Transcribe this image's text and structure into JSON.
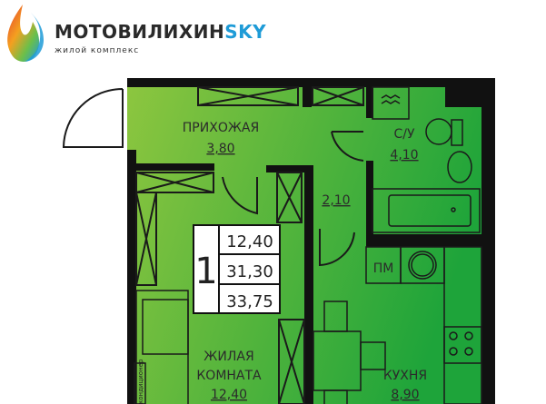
{
  "logo": {
    "title_main": "МОТОВИЛИХИН",
    "title_accent": "SKY",
    "subtitle": "жилой комплекс",
    "accent_color": "#1e9bd7"
  },
  "plan": {
    "rooms_count": "1",
    "living_area": "12,40",
    "total_living": "31,30",
    "total_area": "33,75",
    "rooms": [
      {
        "name": "ПРИХОЖАЯ",
        "area": "3,80"
      },
      {
        "name": "С/У",
        "area": "4,10"
      },
      {
        "name": "",
        "area": "2,10"
      },
      {
        "name": "ПМ",
        "area": ""
      },
      {
        "name": "ЖИЛАЯ КОМНАТА",
        "name_line1": "ЖИЛАЯ",
        "name_line2": "КОМНАТА",
        "area": "12,40"
      },
      {
        "name": "КУХНЯ",
        "area": "8,90"
      }
    ],
    "ac_label": "кондиционер",
    "colors": {
      "green_light": "#8dc63f",
      "green_dark": "#1ea43a",
      "wall": "#111111"
    }
  }
}
